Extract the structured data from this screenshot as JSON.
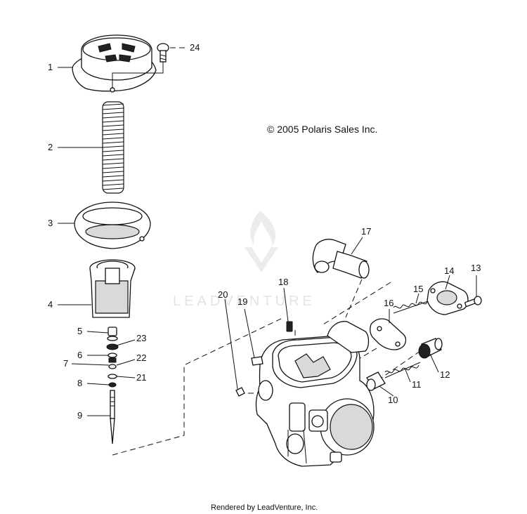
{
  "copyright": "© 2005 Polaris Sales Inc.",
  "watermark": "LEADVENTURE",
  "footer": "Rendered by LeadVenture, Inc.",
  "callouts": {
    "c1": "1",
    "c2": "2",
    "c3": "3",
    "c4": "4",
    "c5": "5",
    "c6": "6",
    "c7": "7",
    "c8": "8",
    "c9": "9",
    "c10": "10",
    "c11": "11",
    "c12": "12",
    "c13": "13",
    "c14": "14",
    "c15": "15",
    "c16": "16",
    "c17": "17",
    "c18": "18",
    "c19": "19",
    "c20": "20",
    "c21": "21",
    "c22": "22",
    "c23": "23",
    "c24": "24"
  }
}
